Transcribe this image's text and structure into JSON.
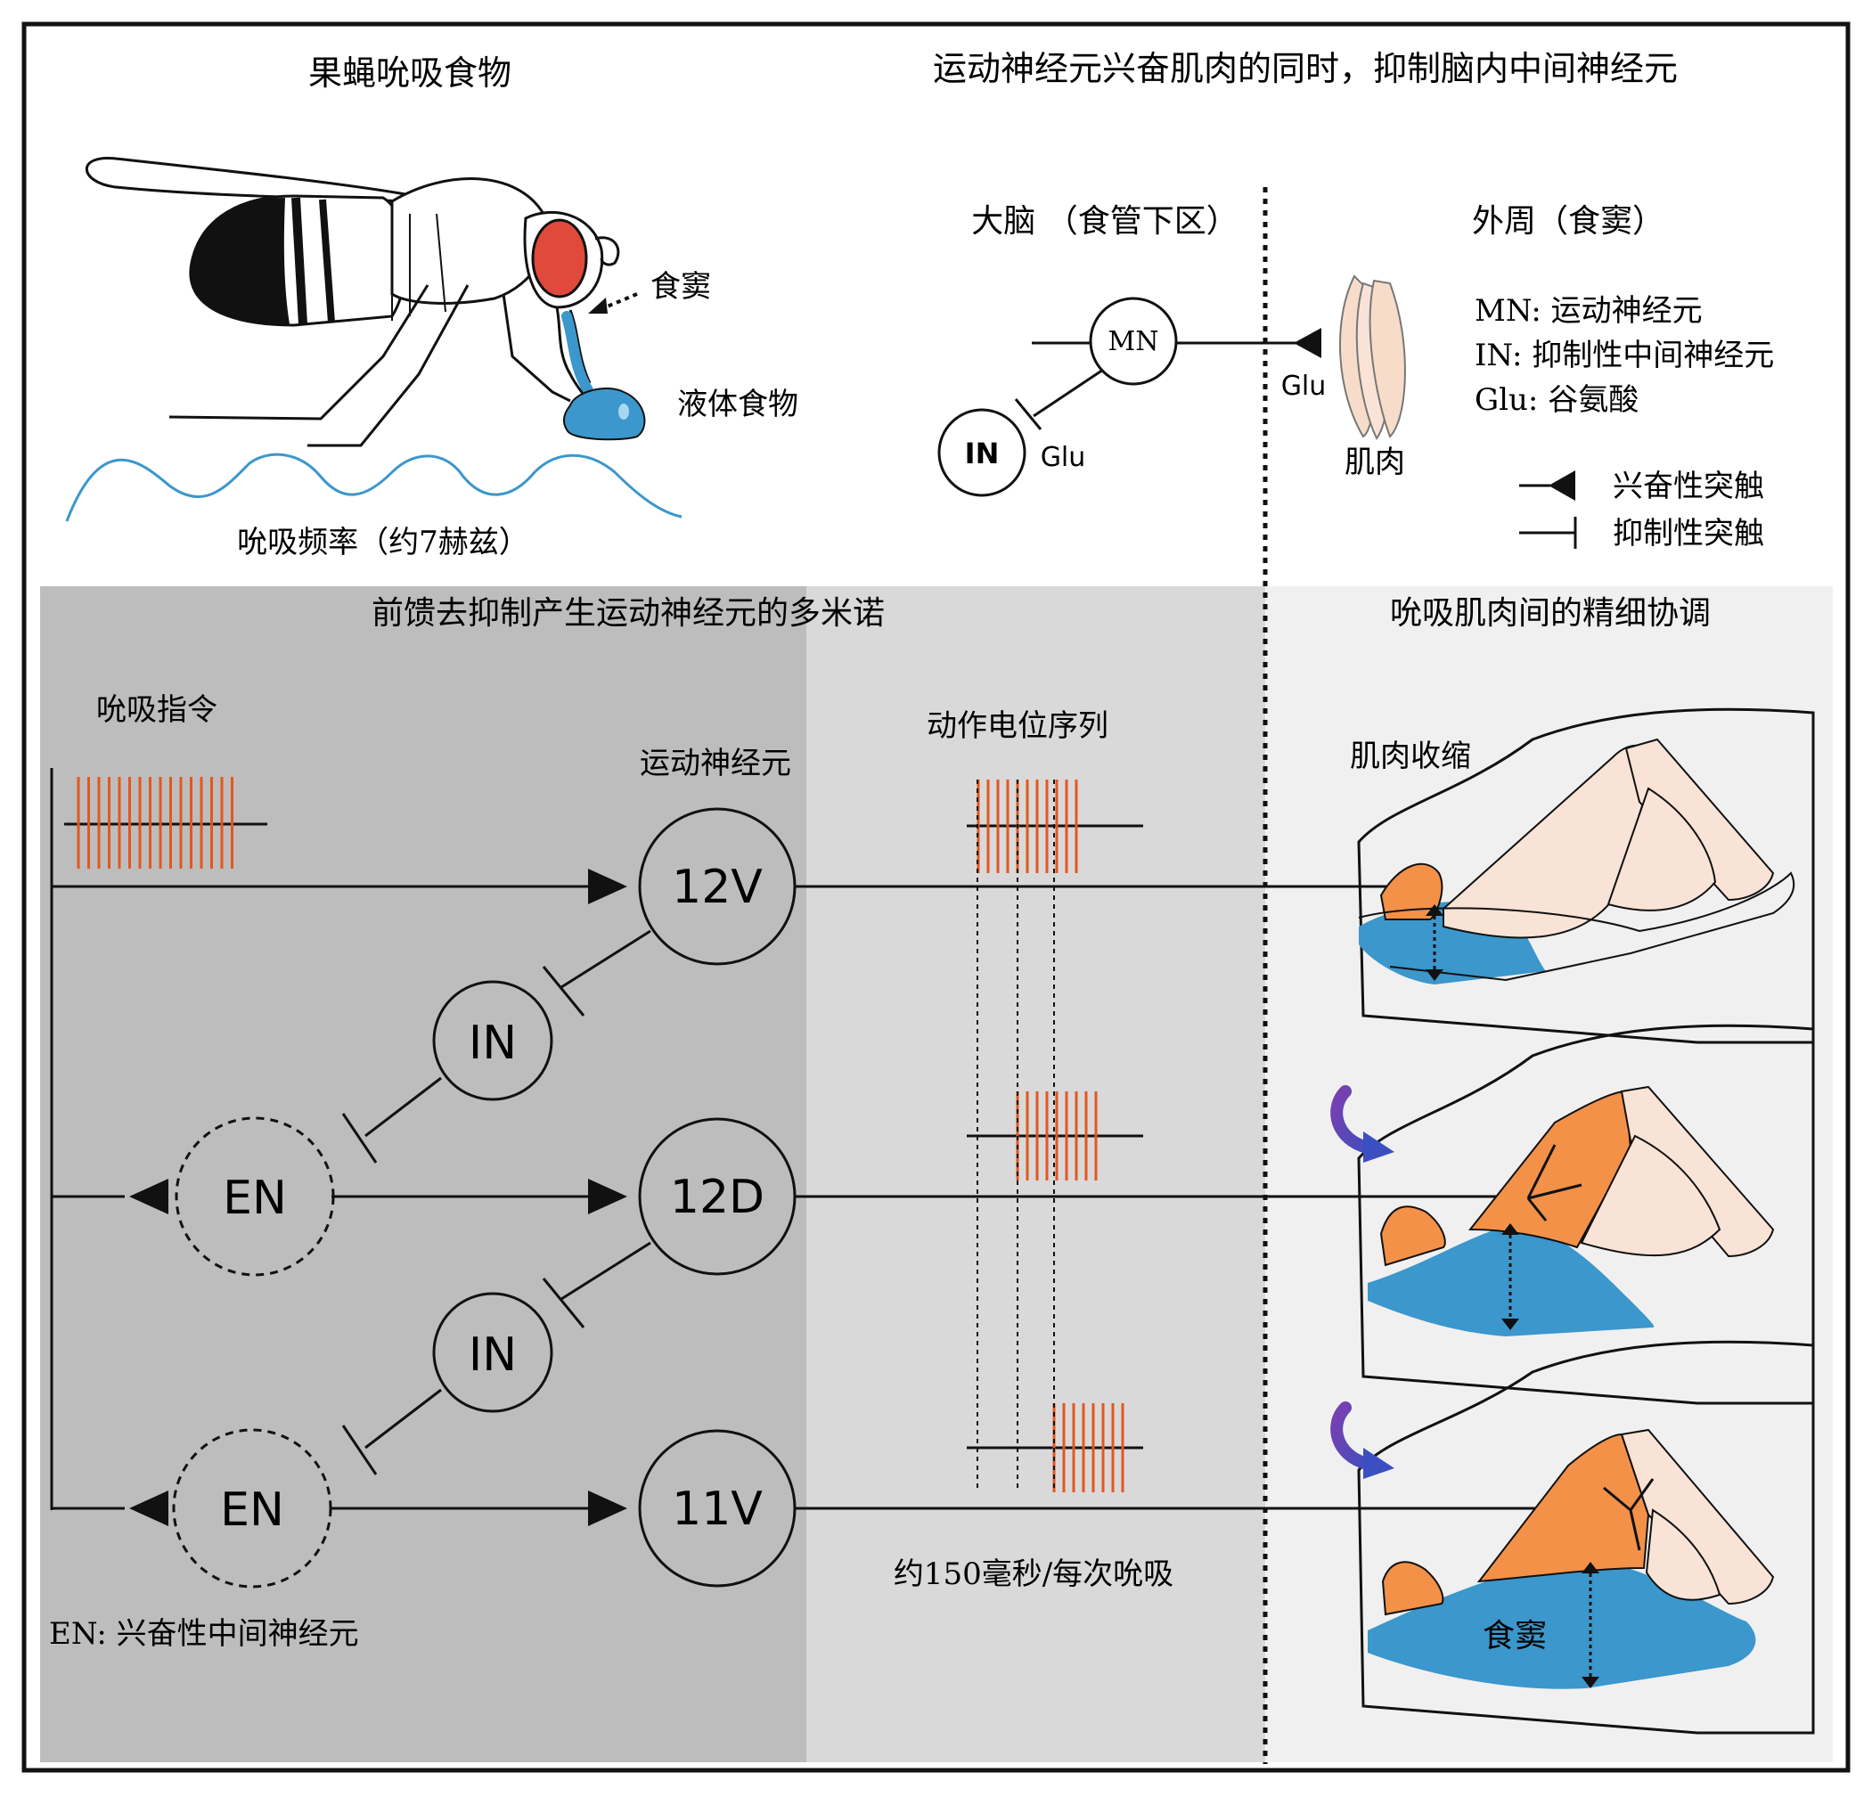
{
  "titles": {
    "top_left": "果蝇吮吸食物",
    "top_right": "运动神经元兴奋肌肉的同时，抑制脑内中间神经元",
    "bottom_left": "前馈去抑制产生运动神经元的多米诺",
    "bottom_right": "吮吸肌肉间的精细协调"
  },
  "fly_panel": {
    "cibarium_label": "食窦",
    "liquid_food_label": "液体食物",
    "frequency_label": "吮吸频率（约7赫兹）"
  },
  "schematic": {
    "brain_label": "大脑 （食管下区）",
    "periphery_label": "外周（食窦）",
    "mn_node": "MN",
    "in_node": "IN",
    "glu_in_label": "Glu",
    "glu_muscle_label": "Glu",
    "muscle_label": "肌肉",
    "legend": {
      "mn": "MN: 运动神经元",
      "in": "IN: 抑制性中间神经元",
      "glu": "Glu: 谷氨酸",
      "excitatory": "兴奋性突触",
      "inhibitory": "抑制性突触"
    }
  },
  "circuit": {
    "command_label": "吮吸指令",
    "motor_neuron_label": "运动神经元",
    "spike_train_label": "动作电位序列",
    "neurons": {
      "mn1": "12V",
      "mn2": "12D",
      "mn3": "11V",
      "in1": "IN",
      "in2": "IN",
      "en1": "EN",
      "en2": "EN"
    },
    "timing_label": "约150毫秒/每次吮吸",
    "en_legend": "EN: 兴奋性中间神经元"
  },
  "muscle_panel": {
    "contraction_label": "肌肉收缩",
    "cibarium_label": "食窦"
  },
  "colors": {
    "spike": "#e4571e",
    "cibarium_blue": "#3b97cc",
    "muscle_orange": "#f39148",
    "muscle_pale": "#f9e3d6",
    "fly_eye": "#e0493b",
    "arrow_purple": "#5a2fa0",
    "panel_dark": "#bdbdbd",
    "panel_mid": "#d9d9d9",
    "panel_light": "#f0f0f0"
  }
}
